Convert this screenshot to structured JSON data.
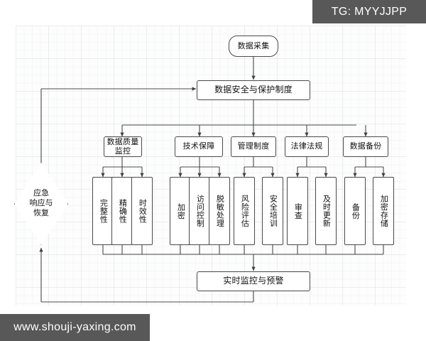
{
  "watermarks": {
    "top_right": "TG: MYYJJPP",
    "bottom_left": "www.shouji-yaxing.com"
  },
  "diagram": {
    "title_node": "数据采集",
    "root_node": "数据安全与保护制度",
    "monitor_node": "实时监控与预警",
    "emergency_node_lines": [
      "应急",
      "响应与",
      "恢复"
    ],
    "emergency_node": "应急响应与恢复",
    "groups": [
      {
        "label": "数据质量监控",
        "children": [
          "完整性",
          "精确性",
          "时效性"
        ]
      },
      {
        "label": "技术保障",
        "children": [
          "加密",
          "访问控制",
          "脱敏处理"
        ]
      },
      {
        "label": "管理制度",
        "children": [
          "风险评估",
          "安全培训"
        ]
      },
      {
        "label": "法律法规",
        "children": [
          "审查",
          "及时更新"
        ]
      },
      {
        "label": "数据备份",
        "children": [
          "备份",
          "加密存储"
        ]
      }
    ]
  },
  "colors": {
    "node_border": "#4a4a4a",
    "node_fill": "#ffffff",
    "wire": "#4a4a4a",
    "watermark_bg": "#585858",
    "watermark_text": "#ffffff",
    "canvas_bg": "#fdfdfd"
  }
}
